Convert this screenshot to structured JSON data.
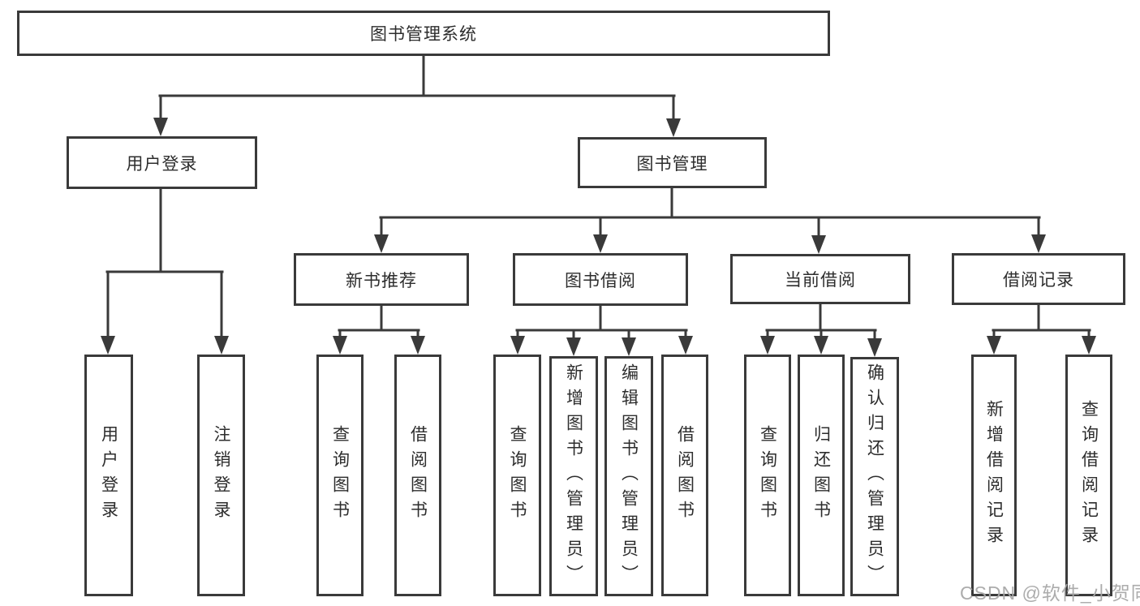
{
  "tree": {
    "root": {
      "label": "图书管理系统",
      "children": [
        {
          "label": "用户登录",
          "children": [
            {
              "label": "用户登录"
            },
            {
              "label": "注销登录"
            }
          ]
        },
        {
          "label": "图书管理",
          "children": [
            {
              "label": "新书推荐",
              "children": [
                {
                  "label": "查询图书"
                },
                {
                  "label": "借阅图书"
                }
              ]
            },
            {
              "label": "图书借阅",
              "children": [
                {
                  "label": "查询图书"
                },
                {
                  "label": "新增图书（管理员）"
                },
                {
                  "label": "编辑图书（管理员）"
                },
                {
                  "label": "借阅图书"
                }
              ]
            },
            {
              "label": "当前借阅",
              "children": [
                {
                  "label": "查询图书"
                },
                {
                  "label": "归还图书"
                },
                {
                  "label": "确认归还（管理员）"
                }
              ]
            },
            {
              "label": "借阅记录",
              "children": [
                {
                  "label": "新增借阅记录"
                },
                {
                  "label": "查询借阅记录"
                }
              ]
            }
          ]
        }
      ]
    }
  },
  "watermark": {
    "text": "CSDN @软件_小贺同学"
  },
  "colors": {
    "line": "#3a3a3a",
    "box_border": "#3a3a3a",
    "box_fill": "#ffffff",
    "text": "#2d2d2d",
    "watermark": "#a8a8a8"
  }
}
